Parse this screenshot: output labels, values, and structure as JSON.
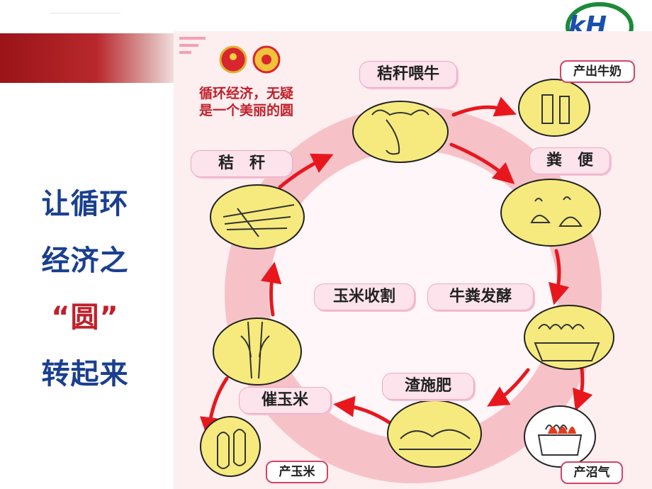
{
  "slide": {
    "title_line1": "让循环",
    "title_line2": "经济之",
    "title_quote_open": "“",
    "title_quote_word": "圆",
    "title_quote_close": "”",
    "title_line4": "转起来",
    "logo_text": "kH"
  },
  "diagram": {
    "subtitle_line1": "循环经济，无疑",
    "subtitle_line2": "是一个美丽的圆",
    "stages": {
      "straw_feed_cow": "秸秆喂牛",
      "manure": "粪　便",
      "cow_manure_ferment": "牛粪发酵",
      "residue_fertilizer": "渣施肥",
      "promote_corn": "催玉米",
      "corn_harvest": "玉米收割",
      "straw": "秸　秆"
    },
    "outputs": {
      "milk": "产出牛奶",
      "biogas": "产沼气",
      "corn": "产玉米"
    },
    "colors": {
      "ring": "#f6c2c8",
      "arrow": "#e8171e",
      "node_fill": "#f6ea7e",
      "pill_fill": "#fce3ec",
      "title_blue": "#1a3f8f",
      "brand_red": "#b8282c"
    }
  }
}
